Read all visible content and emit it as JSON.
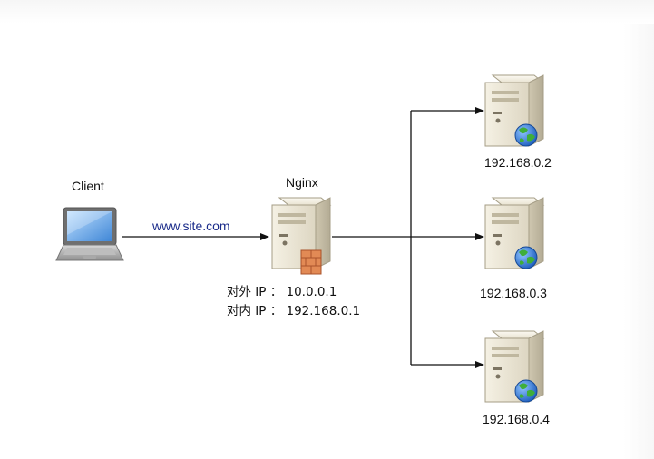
{
  "client": {
    "label": "Client"
  },
  "connection": {
    "label": "www.site.com"
  },
  "proxy": {
    "label": "Nginx",
    "external_ip": "对外 IP ： 10.0.0.1",
    "internal_ip": "对内 IP ： 192.168.0.1"
  },
  "backends": [
    {
      "ip": "192.168.0.2"
    },
    {
      "ip": "192.168.0.3"
    },
    {
      "ip": "192.168.0.4"
    }
  ]
}
